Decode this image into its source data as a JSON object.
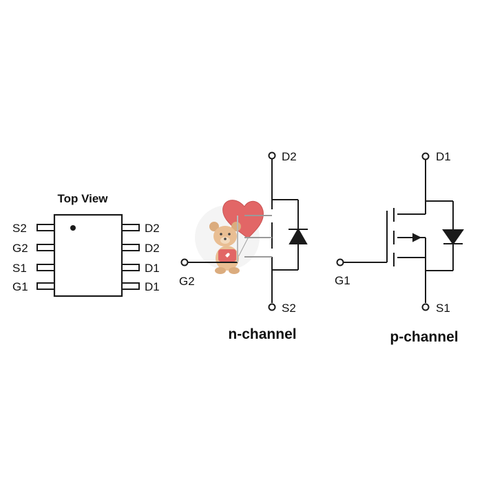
{
  "package": {
    "title": "Top View",
    "left_pins": [
      "S2",
      "G2",
      "S1",
      "G1"
    ],
    "right_pins": [
      "D2",
      "D2",
      "D1",
      "D1"
    ]
  },
  "n_channel": {
    "drain": "D2",
    "gate": "G2",
    "source": "S2",
    "caption": "n-channel"
  },
  "p_channel": {
    "drain": "D1",
    "gate": "G1",
    "source": "S1",
    "caption": "p-channel"
  },
  "colors": {
    "line": "#1a1a1a",
    "background": "#ffffff",
    "watermark_balloon": "#e05a5a",
    "watermark_bear": "#e8b98a"
  },
  "icons": [
    "teddy-bear-watermark-icon"
  ]
}
